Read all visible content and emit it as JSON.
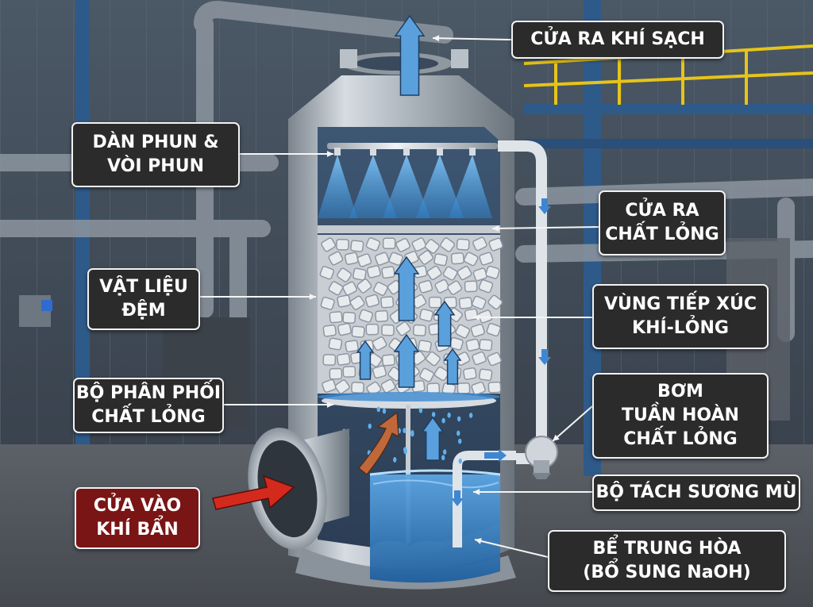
{
  "labels": {
    "clean_gas_outlet": {
      "lines": [
        "CỬA RA KHÍ SẠCH"
      ]
    },
    "spray_header": {
      "lines": [
        "DÀN PHUN &",
        "VÒI PHUN"
      ]
    },
    "liquid_outlet": {
      "lines": [
        "CỬA RA",
        "CHẤT LỎNG"
      ]
    },
    "packing_media": {
      "lines": [
        "VẬT LIỆU",
        "ĐỆM"
      ]
    },
    "contact_zone": {
      "lines": [
        "VÙNG TIẾP XÚC",
        "KHÍ-LỎNG"
      ]
    },
    "liquid_distributor": {
      "lines": [
        "BỘ PHÂN PHỐI",
        "CHẤT LỎNG"
      ]
    },
    "recirculation_pump": {
      "lines": [
        "BƠM",
        "TUẦN HOÀN",
        "CHẤT LỎNG"
      ]
    },
    "dirty_gas_inlet": {
      "lines": [
        "CỬA VÀO",
        "KHÍ BẨN"
      ]
    },
    "mist_eliminator": {
      "lines": [
        "BỘ TÁCH SƯƠNG MÙ"
      ]
    },
    "neutralization_tank": {
      "lines": [
        "BỂ TRUNG HÒA",
        "(BỔ SUNG NaOH)"
      ]
    }
  },
  "colors": {
    "label_bg": "#2b2b2b",
    "inlet_label_bg": "#7a1515",
    "label_border": "#f2f2f2",
    "steel": "#b8bfc7",
    "water": "#3f8fd6",
    "gas_arrow_clean": "#5aa0dc",
    "gas_arrow_dirty": "#d42a1e",
    "gas_arrow_mixed": "#c0683a",
    "railing": "#e6c419",
    "structure": "#2e5a8a"
  },
  "icons": {
    "flow_arrow": "arrow-up-icon",
    "inlet_arrow": "arrow-right-icon",
    "corner_mark": "sparkle-icon"
  }
}
